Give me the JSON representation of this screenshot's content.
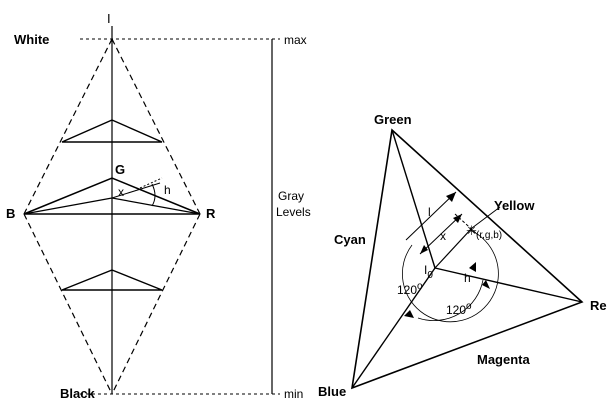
{
  "left_diagram": {
    "axis_label": "I",
    "white_label": "White",
    "black_label": "Black",
    "max_label": "max",
    "min_label": "min",
    "gray_levels_label_line1": "Gray",
    "gray_levels_label_line2": "Levels",
    "b_label": "B",
    "r_label": "R",
    "g_label": "G",
    "x_label": "x",
    "h_label": "h"
  },
  "right_diagram": {
    "green_label": "Green",
    "yellow_label": "Yellow",
    "cyan_label": "Cyan",
    "red_label": "Re",
    "blue_label": "Blue",
    "magenta_label": "Magenta",
    "l_label": "l",
    "x_label": "x",
    "h_label": "h",
    "point_label": "(r,g,b)",
    "i0_label": "I",
    "i0_sub": "0",
    "angle1_label": "120",
    "angle2_label": "120",
    "degree_mark": "o"
  }
}
